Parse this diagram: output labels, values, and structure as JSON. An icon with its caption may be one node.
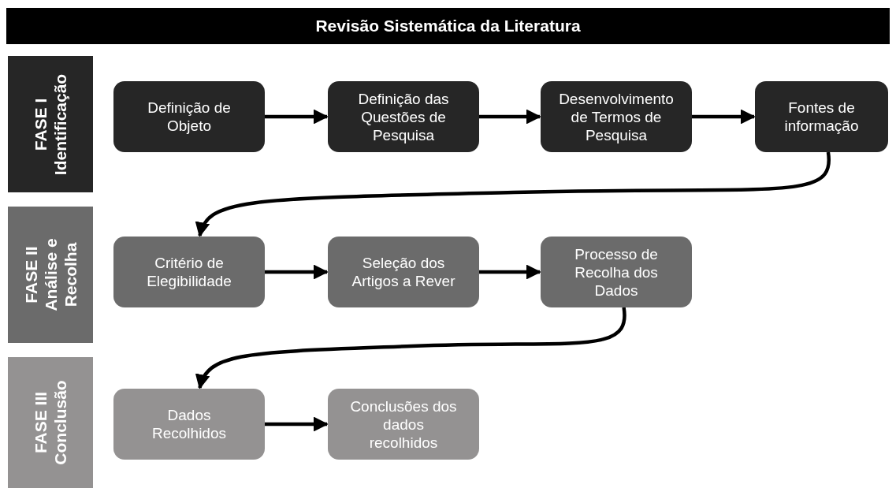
{
  "diagram": {
    "title": "Revisão Sistemática da Literatura",
    "nodes": [
      {
        "text": [
          "FASE I Identificação"
        ]
      },
      {
        "text": [
          "Definição de Objeto"
        ]
      },
      {
        "text": [
          "Definição das Questões de Pesquisa"
        ]
      },
      {
        "text": [
          "Desenvolvimento de Termos de Pesquisa"
        ]
      },
      {
        "text": [
          "Fontes de informação"
        ]
      },
      {
        "text": [
          "FASE II Análise e Recolha"
        ]
      },
      {
        "text": [
          "Critério de Elegibilidade"
        ]
      },
      {
        "text": [
          "Seleção dos Artigos a Rever"
        ]
      },
      {
        "text": [
          "Processo de Recolha dos Dados"
        ]
      },
      {
        "text": [
          "FASE III Conclusão"
        ]
      },
      {
        "text": [
          "Dados Recolhidos"
        ]
      },
      {
        "text": [
          "Conclusões dos dados recolhidos"
        ]
      }
    ],
    "edges": [
      {
        "from": 1,
        "to": 2,
        "arrow": "to"
      },
      {
        "from": 2,
        "to": 3,
        "arrow": "to"
      },
      {
        "from": 3,
        "to": 4,
        "arrow": "to"
      },
      {
        "from": 4,
        "to": 6,
        "arrow": "to"
      },
      {
        "from": 6,
        "to": 7,
        "arrow": "to"
      },
      {
        "from": 7,
        "to": 8,
        "arrow": "to"
      },
      {
        "from": 8,
        "to": 10,
        "arrow": "to"
      },
      {
        "from": 10,
        "to": 11,
        "arrow": "to"
      }
    ]
  }
}
